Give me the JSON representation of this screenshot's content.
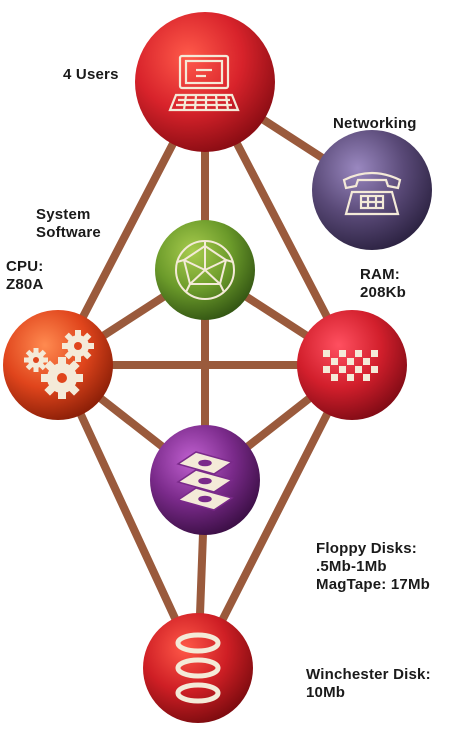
{
  "colors": {
    "background": "#ffffff",
    "rod": "#9a5a3c",
    "users_node": "#d8232b",
    "networking_node": "#5a4a78",
    "software_node": "#6b9a2a",
    "cpu_node": "#e0451c",
    "ram_node": "#d21f2c",
    "floppy_node": "#7a2a8a",
    "winchester_node": "#cf1f25",
    "icon": "#f4ead8"
  },
  "nodes": {
    "users": {
      "icon": "terminal-icon",
      "label": "4 Users"
    },
    "networking": {
      "icon": "telephone-icon",
      "label": "Networking"
    },
    "software": {
      "icon": "geodesic-sphere-icon",
      "label_lines": [
        "System",
        "Software"
      ]
    },
    "cpu": {
      "icon": "gears-icon",
      "label_lines": [
        "CPU:",
        "Z80A"
      ]
    },
    "ram": {
      "icon": "memory-grid-icon",
      "label_lines": [
        "RAM:",
        "208Kb"
      ]
    },
    "floppy": {
      "icon": "stacked-disks-icon",
      "label_lines": [
        "Floppy Disks:",
        ".5Mb-1Mb",
        "MagTape: 17Mb"
      ]
    },
    "winchester": {
      "icon": "platters-icon",
      "label_lines": [
        "Winchester Disk:",
        "10Mb"
      ]
    }
  }
}
